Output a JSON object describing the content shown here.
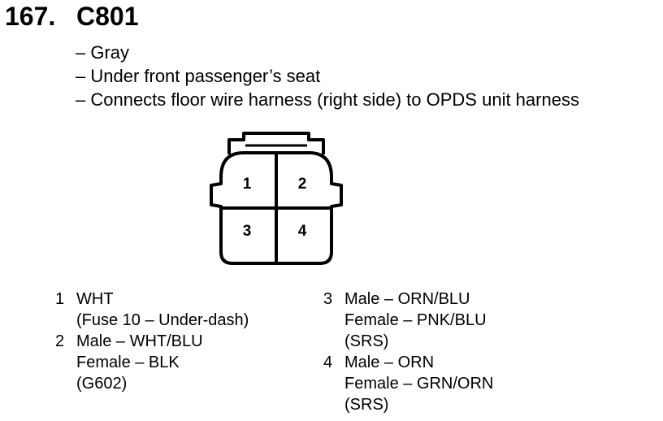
{
  "header": {
    "number": "167.",
    "connector_id": "C801"
  },
  "details": [
    "– Gray",
    "– Under front passenger’s seat",
    "– Connects floor wire harness (right side) to OPDS unit harness"
  ],
  "connector": {
    "pins": [
      "1",
      "2",
      "3",
      "4"
    ]
  },
  "pins_left": [
    {
      "num": "1",
      "lines": [
        "WHT",
        "(Fuse 10 – Under-dash)"
      ]
    },
    {
      "num": "2",
      "lines": [
        "Male – WHT/BLU",
        "Female – BLK",
        "(G602)"
      ]
    }
  ],
  "pins_right": [
    {
      "num": "3",
      "lines": [
        "Male – ORN/BLU",
        "Female – PNK/BLU",
        "(SRS)"
      ]
    },
    {
      "num": "4",
      "lines": [
        "Male – ORN",
        "Female – GRN/ORN",
        "(SRS)"
      ]
    }
  ]
}
